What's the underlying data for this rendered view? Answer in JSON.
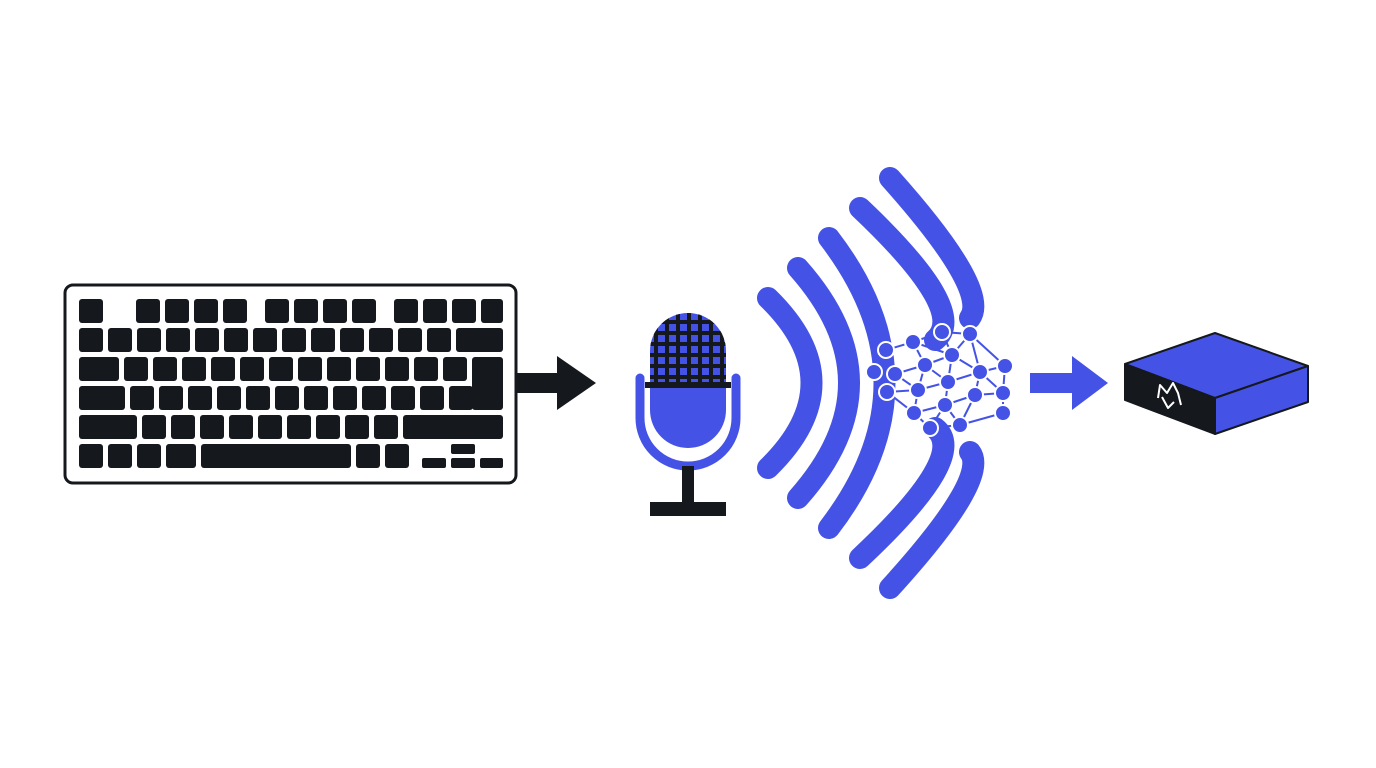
{
  "diagram": {
    "nodes": [
      {
        "id": "keyboard",
        "icon": "keyboard-icon"
      },
      {
        "id": "microphone",
        "icon": "microphone-icon"
      },
      {
        "id": "sound-waves",
        "icon": "sound-wave-icon"
      },
      {
        "id": "neural-network",
        "icon": "neural-network-icon"
      },
      {
        "id": "device-box",
        "icon": "device-box-icon"
      }
    ],
    "edges": [
      {
        "from": "keyboard",
        "to": "microphone",
        "color": "#15181c"
      },
      {
        "from": "neural-network",
        "to": "device-box",
        "color": "#4453e6"
      }
    ]
  },
  "colors": {
    "accent": "#4453e6",
    "dark": "#15181c",
    "background": "#ffffff",
    "outline": "#15181c"
  }
}
